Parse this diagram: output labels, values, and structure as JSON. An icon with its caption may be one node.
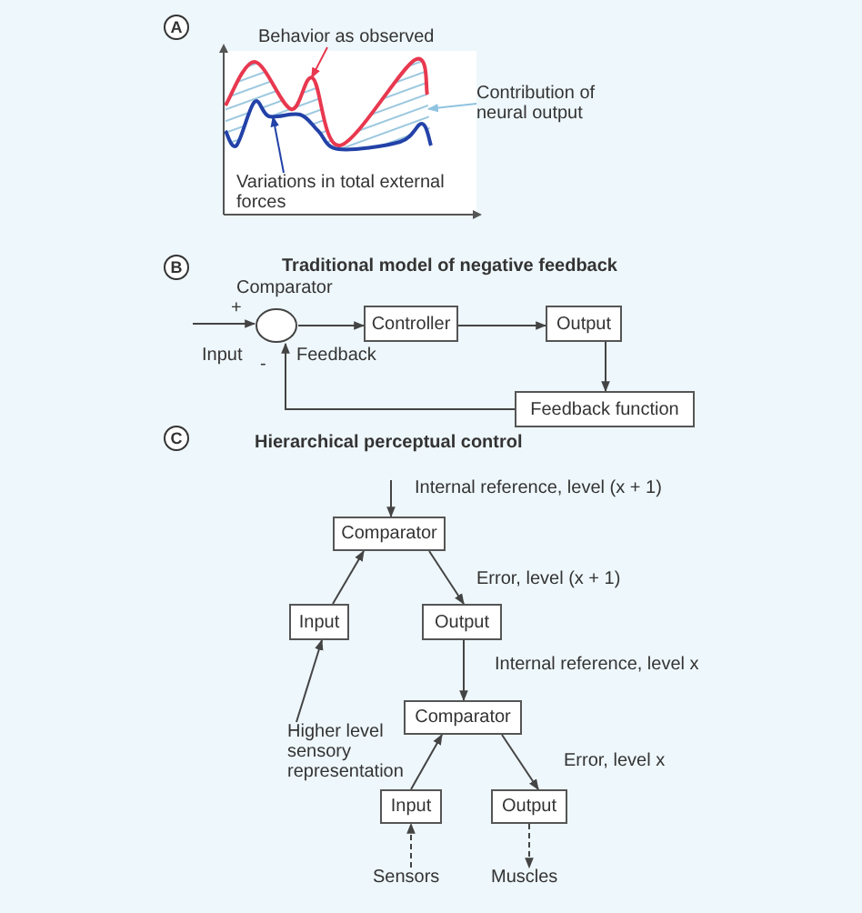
{
  "diagram": {
    "nodes": [
      {
        "text": [
          "A"
        ]
      },
      {
        "text": [
          "Behavior as observed"
        ]
      },
      {
        "text": [],
        "shape": "curve"
      },
      {
        "text": [
          "Contribution of neural output"
        ]
      },
      {
        "text": [],
        "shape": "area"
      },
      {
        "text": [
          "Variations in total external forces"
        ]
      },
      {
        "text": [],
        "shape": "curve"
      },
      {
        "text": [
          "B"
        ]
      },
      {
        "text": [
          "Comparator"
        ],
        "beside": [
          "+",
          "-"
        ]
      },
      {
        "text": [
          "Controller"
        ]
      },
      {
        "text": [
          "Output"
        ]
      },
      {
        "text": [
          "Feedback function"
        ]
      },
      {
        "text": [
          "C"
        ]
      },
      {
        "text": [
          "Comparator"
        ]
      },
      {
        "text": [
          "Input"
        ]
      },
      {
        "text": [
          "Output"
        ]
      },
      {
        "text": [
          "Higher level sensory representation"
        ]
      },
      {
        "text": [
          "Comparator"
        ]
      },
      {
        "text": [
          "Input"
        ]
      },
      {
        "text": [
          "Output"
        ]
      },
      {
        "text": [
          "Sensors"
        ]
      },
      {
        "text": [
          "Muscles"
        ]
      }
    ],
    "edges": [
      {
        "from": 1,
        "to": 2,
        "arrow": "to",
        "color": "#e8384f"
      },
      {
        "from": 3,
        "to": 4,
        "arrow": "to",
        "color": "#8fc3e0"
      },
      {
        "from": 5,
        "to": 6,
        "arrow": "to",
        "color": "#2342a8"
      },
      {
        "from": null,
        "to": 8,
        "arrow": "to",
        "label": "Input"
      },
      {
        "from": 8,
        "to": 9,
        "arrow": "to"
      },
      {
        "from": 9,
        "to": 10,
        "arrow": "to"
      },
      {
        "from": 10,
        "to": 11,
        "arrow": "to"
      },
      {
        "from": 11,
        "to": 8,
        "arrow": "to",
        "label": "Feedback"
      },
      {
        "from": null,
        "to": 13,
        "arrow": "to",
        "label": "Internal reference, level (x + 1)"
      },
      {
        "from": 14,
        "to": 13,
        "arrow": "to"
      },
      {
        "from": 13,
        "to": 15,
        "arrow": "to",
        "label": "Error, level (x + 1)"
      },
      {
        "from": 15,
        "to": 17,
        "arrow": "to",
        "label": "Internal reference, level x"
      },
      {
        "from": 16,
        "to": 14,
        "arrow": "to"
      },
      {
        "from": 18,
        "to": 17,
        "arrow": "to"
      },
      {
        "from": 17,
        "to": 19,
        "arrow": "to",
        "label": "Error, level x"
      },
      {
        "from": 20,
        "to": 18,
        "arrow": "to",
        "style": "dashed"
      },
      {
        "from": 19,
        "to": 21,
        "arrow": "to",
        "style": "dashed"
      }
    ],
    "labels": [
      "Traditional model of negative feedback",
      "Hierarchical perceptual control"
    ]
  }
}
